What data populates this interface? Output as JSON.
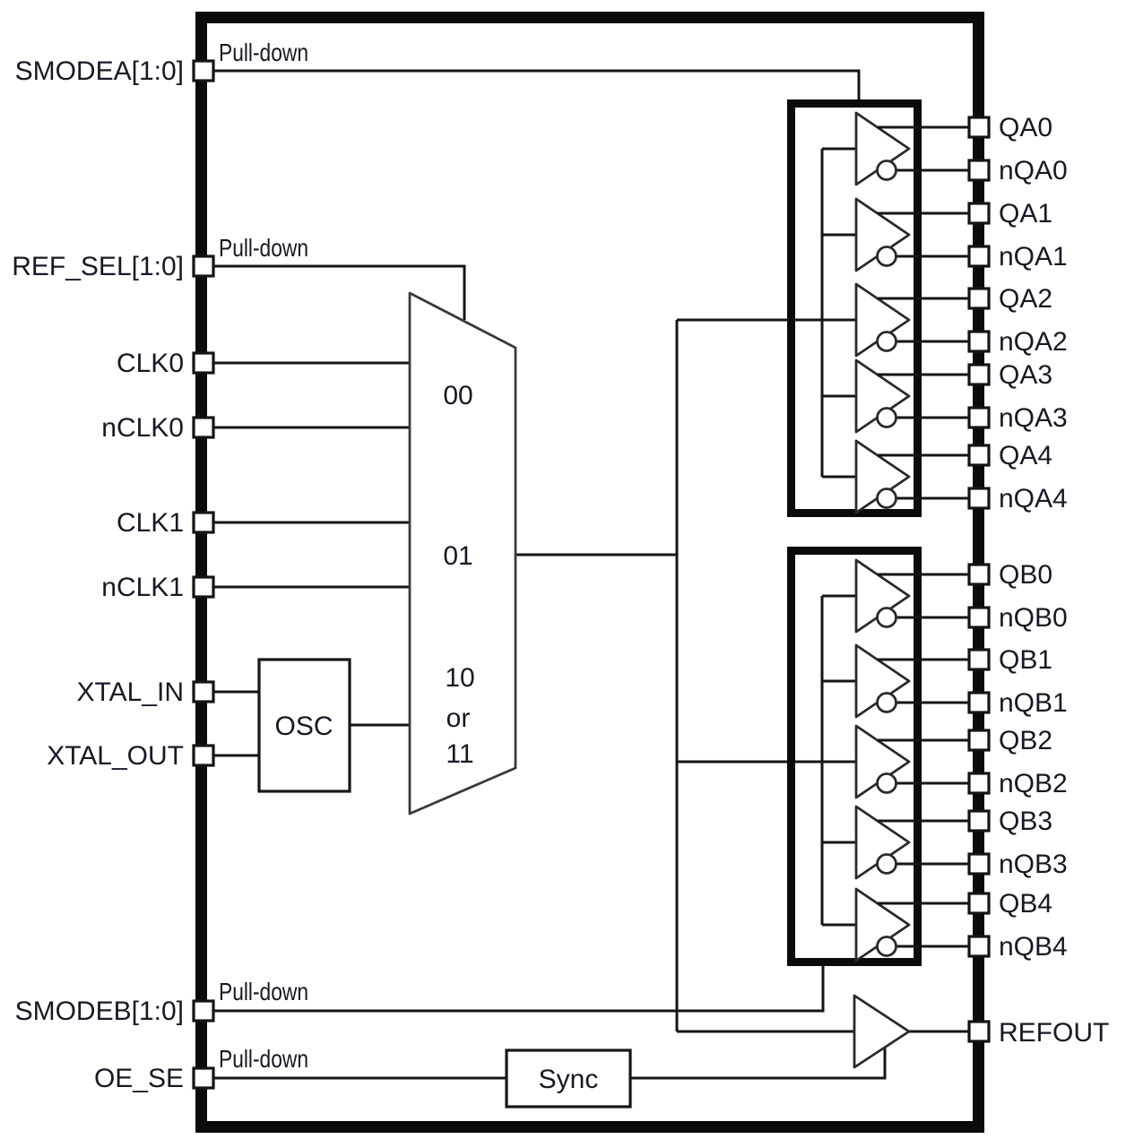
{
  "figure": {
    "background": "#ffffff",
    "line_color": "#151515",
    "text_color": "#181826"
  },
  "chip": {
    "annotations": {
      "pull_down": "Pull-down"
    },
    "blocks": {
      "osc": "OSC",
      "sync": "Sync"
    },
    "mux_select_labels": {
      "s00": "00",
      "s01": "01",
      "s10": "10",
      "or": "or",
      "s11": "11"
    },
    "left_pins": [
      {
        "label": "SMODEA[1:0]",
        "pull_down": true
      },
      {
        "label": "REF_SEL[1:0]",
        "pull_down": true
      },
      {
        "label": "CLK0",
        "pull_down": false
      },
      {
        "label": "nCLK0",
        "pull_down": false
      },
      {
        "label": "CLK1",
        "pull_down": false
      },
      {
        "label": "nCLK1",
        "pull_down": false
      },
      {
        "label": "XTAL_IN",
        "pull_down": false
      },
      {
        "label": "XTAL_OUT",
        "pull_down": false
      },
      {
        "label": "SMODEB[1:0]",
        "pull_down": true
      },
      {
        "label": "OE_SE",
        "pull_down": true
      }
    ],
    "right_pins_bank_a": [
      "QA0",
      "nQA0",
      "QA1",
      "nQA1",
      "QA2",
      "nQA2",
      "QA3",
      "nQA3",
      "QA4",
      "nQA4"
    ],
    "right_pins_bank_b": [
      "QB0",
      "nQB0",
      "QB1",
      "nQB1",
      "QB2",
      "nQB2",
      "QB3",
      "nQB3",
      "QB4",
      "nQB4"
    ],
    "refout_label": "REFOUT"
  }
}
